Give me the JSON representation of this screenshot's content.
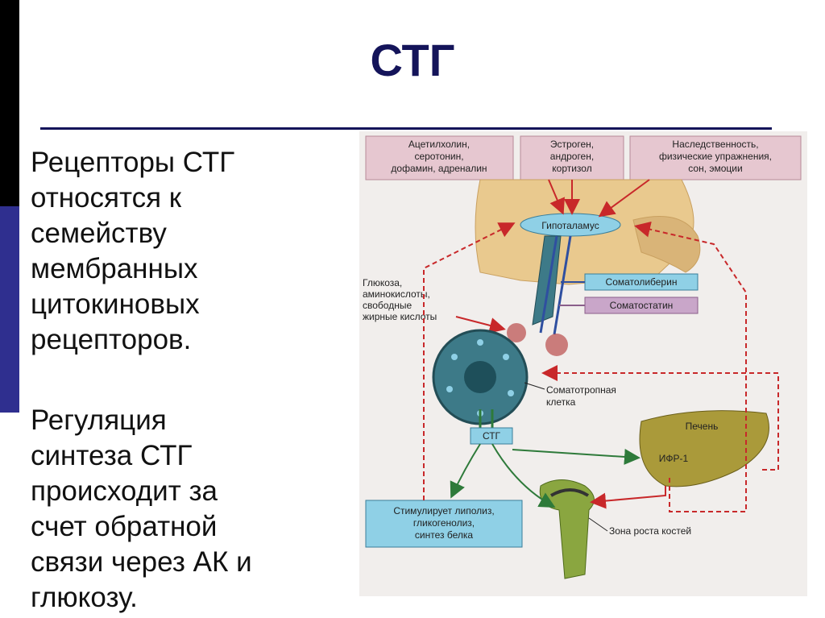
{
  "slide": {
    "title": "СТГ",
    "paragraphs": [
      [
        "Рецепторы СТГ",
        "относятся к",
        "семейству",
        "мембранных",
        "цитокиновых",
        "рецепторов."
      ],
      [
        "Регуляция",
        "синтеза СТГ",
        "происходит за",
        "счет обратной",
        "связи через АК и",
        "глюкозу."
      ]
    ]
  },
  "diagram": {
    "top_boxes": [
      [
        "Ацетилхолин,",
        "серотонин,",
        "дофамин, адреналин"
      ],
      [
        "Эстроген,",
        "андроген,",
        "кортизол"
      ],
      [
        "Наследственность,",
        "физические упражнения,",
        "сон, эмоции"
      ]
    ],
    "hypothalamus": "Гипоталамус",
    "left_note": [
      "Глюкоза,",
      "аминокислоты,",
      "свободные",
      "жирные кислоты"
    ],
    "somatoliberin": "Соматолиберин",
    "somatostatin": "Соматостатин",
    "cell_label": [
      "Соматотропная",
      "клетка"
    ],
    "liver": "Печень",
    "igf": "ИФР-1",
    "gh": "СТГ",
    "effects": [
      "Стимулирует липолиз,",
      "гликогенолиз,",
      "синтез белка"
    ],
    "bone_zone": "Зона роста костей"
  },
  "colors": {
    "title": "#14145a",
    "sidebar_top": "#000000",
    "sidebar_mid": "#2f2f8f",
    "pink_box": "#e6c7d0",
    "blue_box": "#8fd0e6",
    "purple_box": "#c9a6c9",
    "liver": "#aa9a3a",
    "bone": "#8aa640",
    "cell": "#3d7a88",
    "red_arrow": "#c8282a",
    "green_arrow": "#2e7a3a"
  }
}
